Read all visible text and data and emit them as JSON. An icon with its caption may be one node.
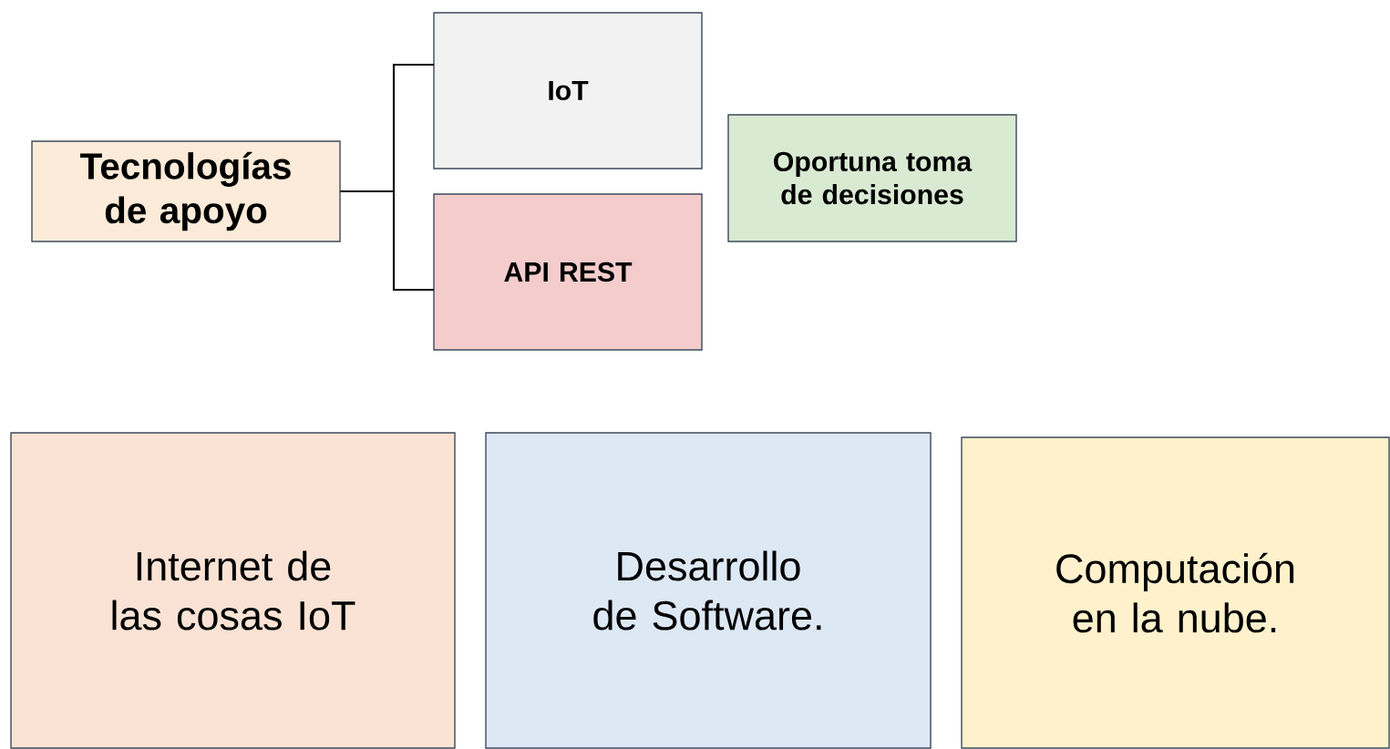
{
  "diagram": {
    "nodes": [
      {
        "text": [
          "Tecnologías de apoyo"
        ]
      },
      {
        "text": [
          "IoT"
        ]
      },
      {
        "text": [
          "API REST"
        ]
      },
      {
        "text": [
          "Oportuna toma de decisiones"
        ]
      },
      {
        "text": [
          "Internet de las cosas IoT"
        ]
      },
      {
        "text": [
          "Desarrollo de Software."
        ]
      },
      {
        "text": [
          "Computación en la nube."
        ]
      }
    ],
    "edges": [
      {
        "from": 0,
        "to": 1,
        "arrow": "none"
      },
      {
        "from": 0,
        "to": 2,
        "arrow": "none"
      }
    ]
  }
}
